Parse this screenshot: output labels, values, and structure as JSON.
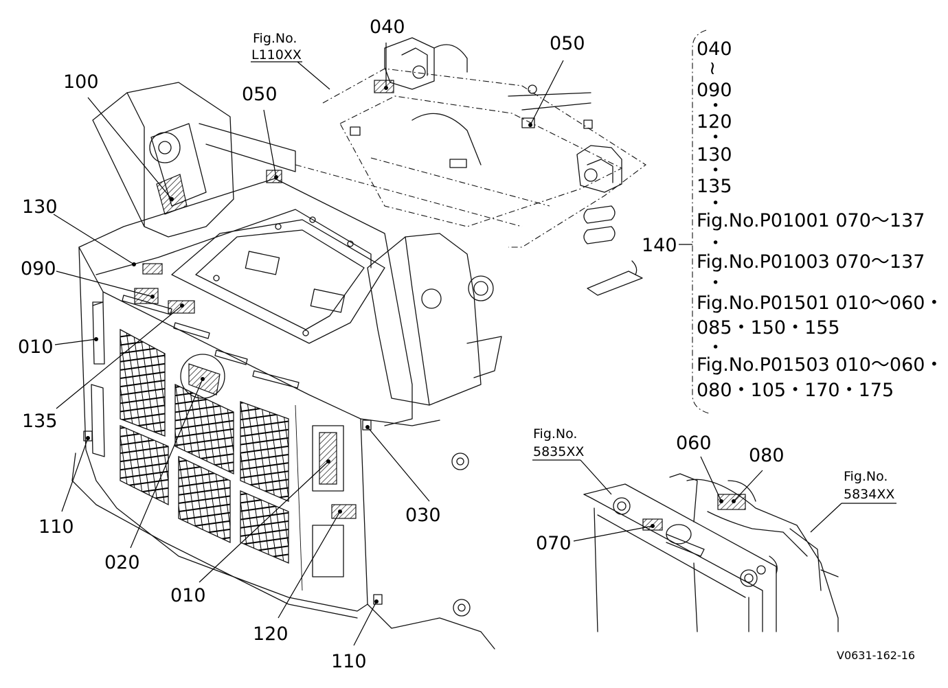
{
  "parts": {
    "p040_top": "040",
    "p050_right": "050",
    "p050_left": "050",
    "p100": "100",
    "p130": "130",
    "p090": "090",
    "p010_left": "010",
    "p135": "135",
    "p110_left": "110",
    "p020": "020",
    "p010_bottom": "010",
    "p120": "120",
    "p110_bottom": "110",
    "p030": "030",
    "p140": "140",
    "p060": "060",
    "p080": "080",
    "p070": "070"
  },
  "figure_refs": {
    "l110": {
      "label": "Fig.No.",
      "code": "L110XX"
    },
    "r5835": {
      "label": "Fig.No.",
      "code": "5835XX"
    },
    "r5834": {
      "label": "Fig.No.",
      "code": "5834XX"
    }
  },
  "kit_list": {
    "lines": [
      "040",
      "≀",
      "090",
      "•",
      "120",
      "•",
      "130",
      "•",
      "135",
      "•",
      "Fig.No.P01001  070〜137",
      "•",
      "Fig.No.P01003  070〜137",
      "•",
      "Fig.No.P01501  010〜060・",
      "085・150・155",
      "•",
      "Fig.No.P01503  010〜060・",
      "080・105・170・175"
    ]
  },
  "drawing_code": "V0631-162-16"
}
